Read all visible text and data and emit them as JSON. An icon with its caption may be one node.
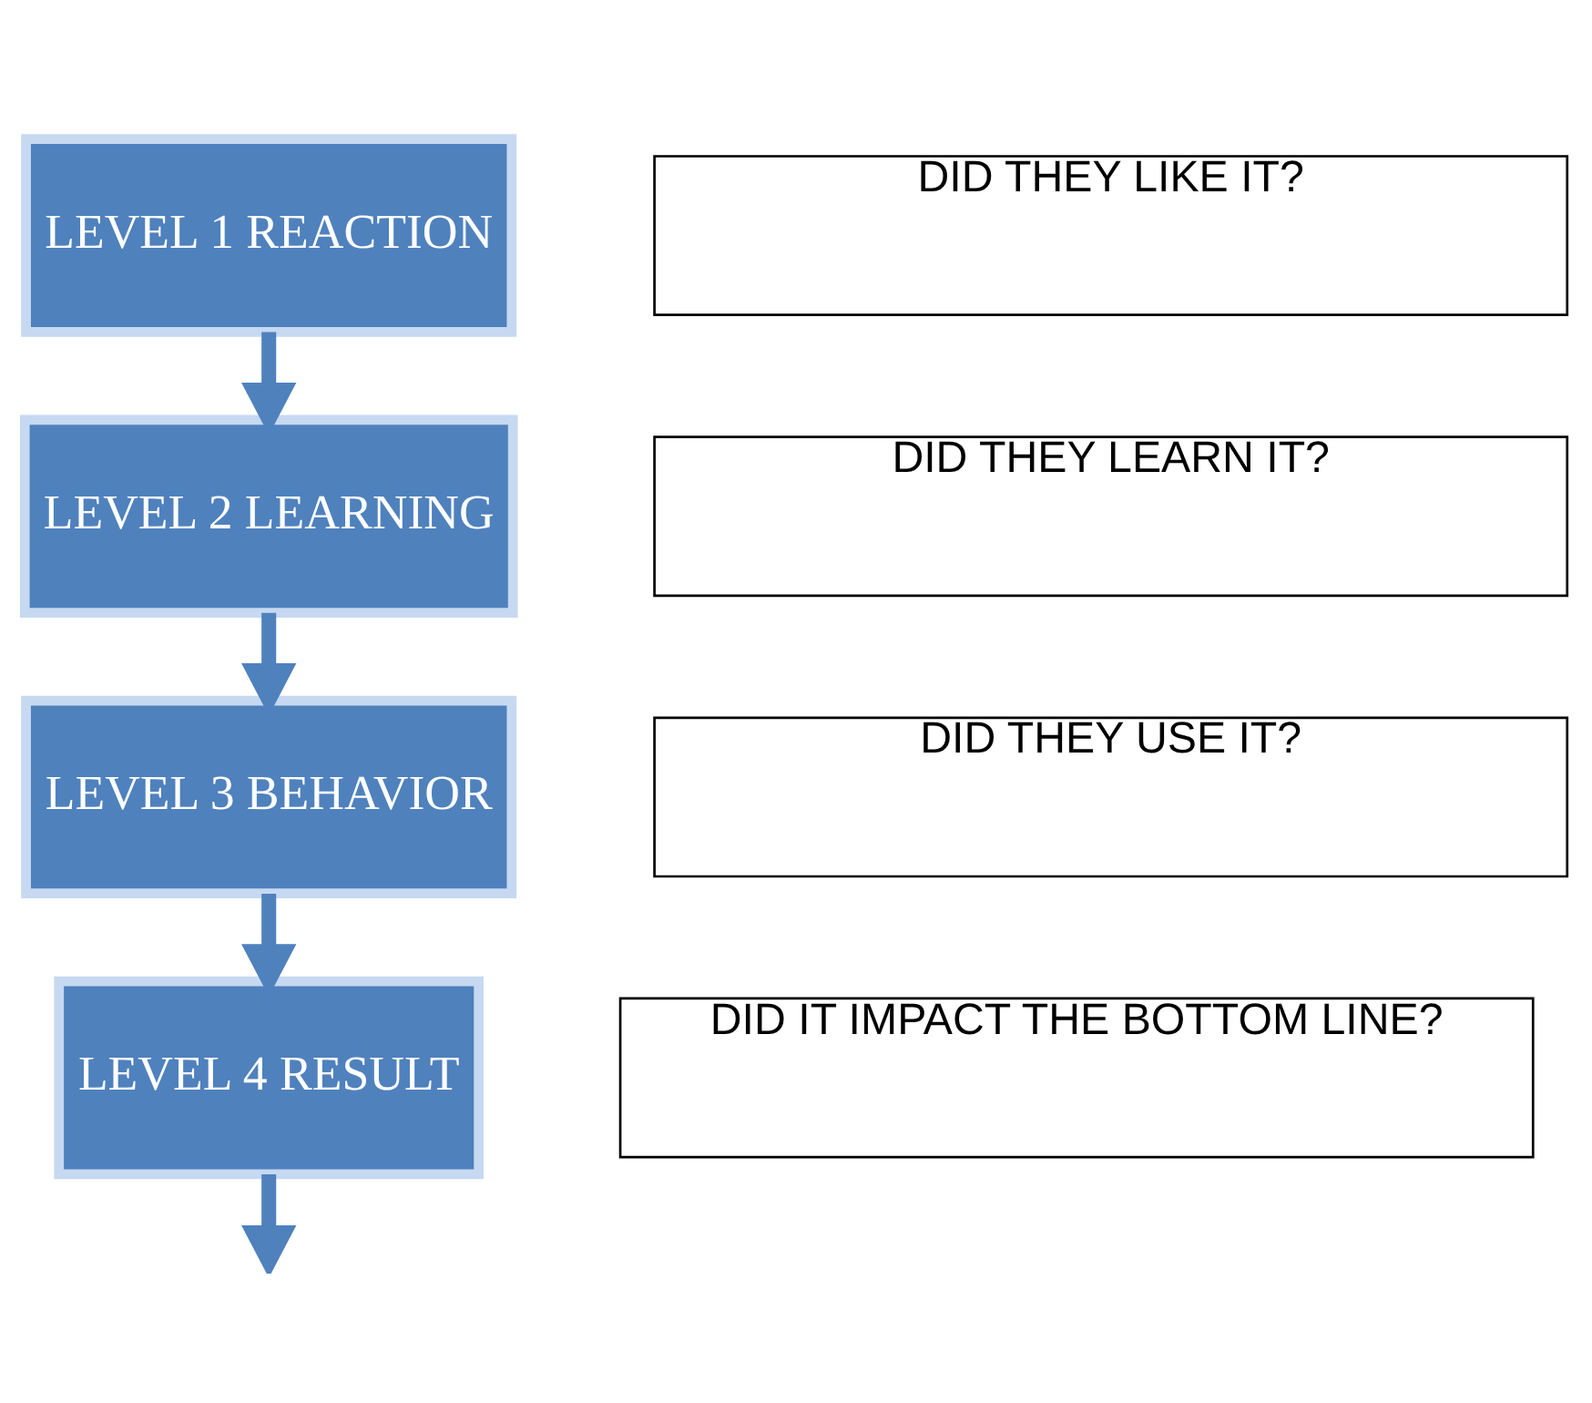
{
  "diagram": {
    "nodes": [
      {
        "text": [
          "LEVEL 1 REACTION"
        ]
      },
      {
        "text": [
          "LEVEL 2 LEARNING"
        ]
      },
      {
        "text": [
          "LEVEL 3 BEHAVIOR"
        ]
      },
      {
        "text": [
          "LEVEL 4 RESULT"
        ]
      },
      {
        "text": [
          "DID THEY LIKE IT?"
        ]
      },
      {
        "text": [
          "DID THEY LEARN IT?"
        ]
      },
      {
        "text": [
          "DID THEY USE IT?"
        ]
      },
      {
        "text": [
          "DID IT IMPACT THE BOTTOM LINE?"
        ]
      }
    ],
    "edges": [
      {
        "from": 0,
        "to": 1,
        "arrow": "to"
      },
      {
        "from": 1,
        "to": 2,
        "arrow": "to"
      },
      {
        "from": 2,
        "to": 3,
        "arrow": "to"
      },
      {
        "from": 3,
        "to": null,
        "arrow": "to"
      }
    ]
  }
}
